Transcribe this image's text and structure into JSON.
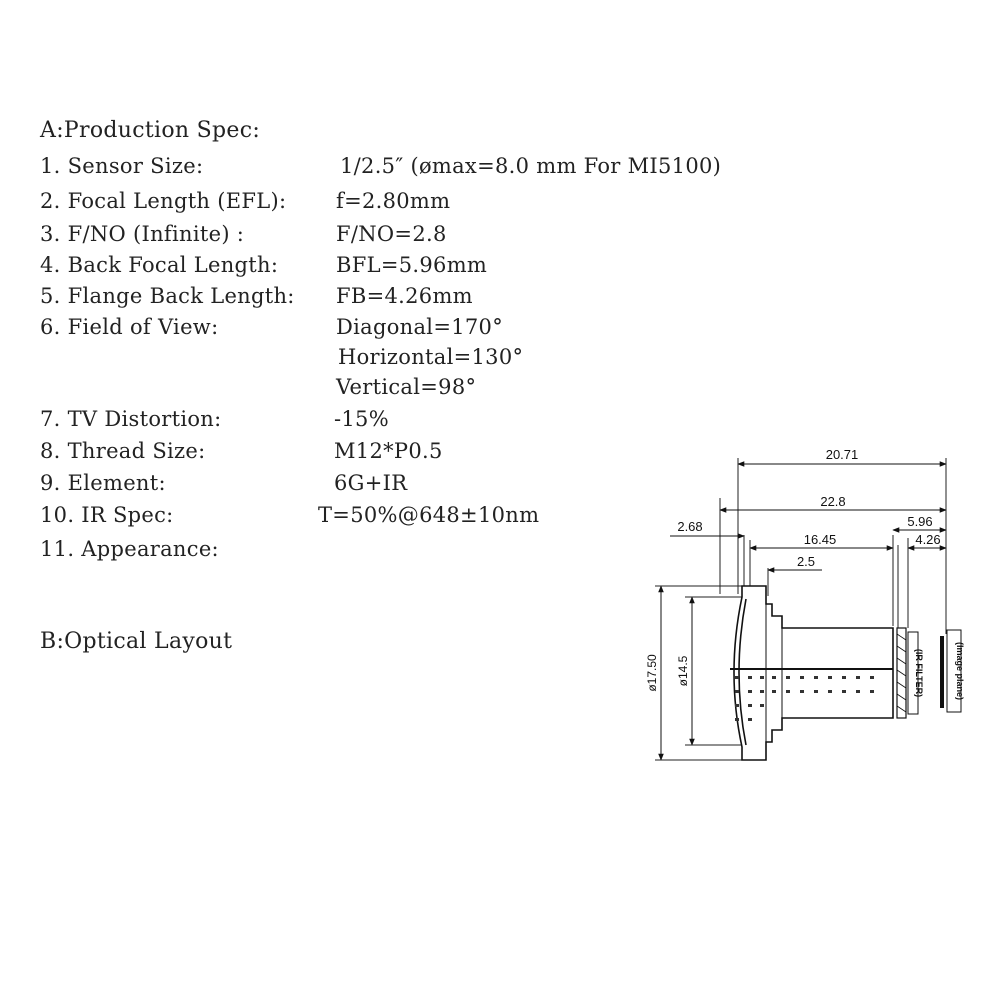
{
  "spec_title": "A:Production Spec:",
  "specs": [
    {
      "label": "1. Sensor Size:",
      "value": "1/2.5″  (ømax=8.0 mm For MI5100)"
    },
    {
      "label": "2. Focal Length (EFL):",
      "value": "f=2.80mm"
    },
    {
      "label": "3. F/NO (Infinite) :",
      "value": "F/NO=2.8"
    },
    {
      "label": "4. Back Focal Length:",
      "value": "BFL=5.96mm"
    },
    {
      "label": "5. Flange Back Length:",
      "value": "FB=4.26mm"
    },
    {
      "label": "6. Field of View:",
      "value": "Diagonal=170°"
    },
    {
      "label": "",
      "value": "Horizontal=130°"
    },
    {
      "label": "",
      "value": "Vertical=98°"
    },
    {
      "label": "7. TV Distortion:",
      "value": "-15%"
    },
    {
      "label": "8. Thread Size:",
      "value": "M12*P0.5"
    },
    {
      "label": "9. Element:",
      "value": "6G+IR"
    },
    {
      "label": "10. IR Spec:",
      "value": "T=50%@648±10nm"
    },
    {
      "label": "11. Appearance:",
      "value": ""
    }
  ],
  "optical_title": "B:Optical Layout",
  "diagram": {
    "dims": {
      "overall": "20.71",
      "total": "22.8",
      "front": "2.68",
      "body": "16.45",
      "step": "2.5",
      "bfl": "5.96",
      "fb": "4.26",
      "outer_dia": "ø17.50",
      "inner_dia": "ø14.5"
    },
    "ir_filter_label": "(IR FILTER)",
    "image_plane_label": "(Image plane)"
  }
}
